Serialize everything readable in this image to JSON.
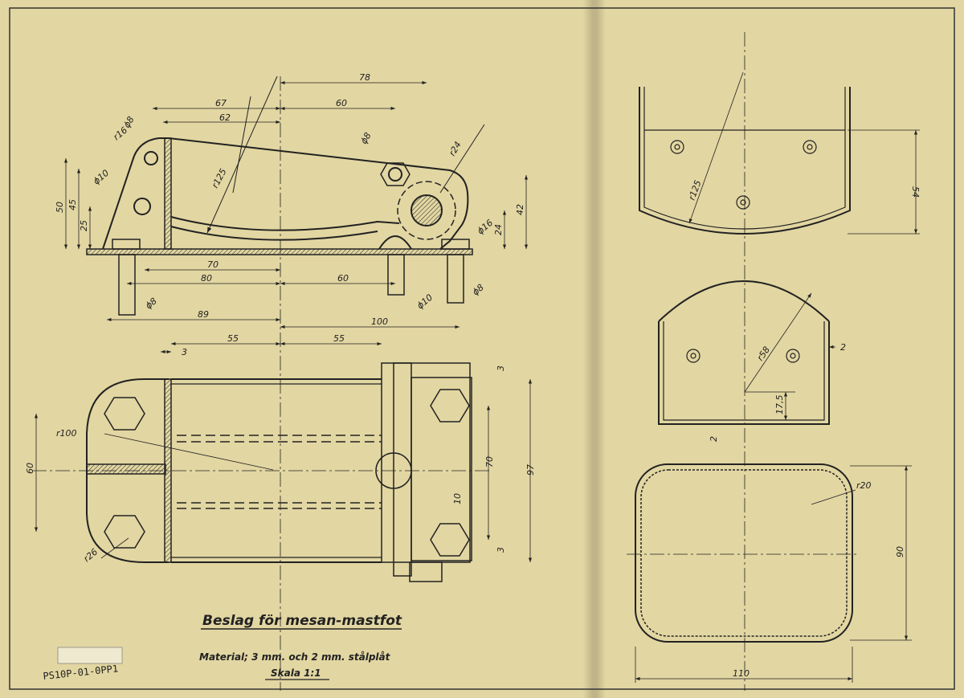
{
  "title": "Beslag för mesan-mastfot",
  "material": "Material; 3 mm. och 2 mm. stålplåt",
  "scale": "Skala 1:1",
  "drawing_number": "PS10P-01-0PP1",
  "stamp_top": "",
  "stamp_bottom": "",
  "side_view": {
    "d78": "78",
    "d67": "67",
    "d60": "60",
    "d62": "62",
    "phi8a": "ϕ8",
    "r16": "r16",
    "phi8b": "ϕ8",
    "r24": "r24",
    "r125": "r125",
    "phi10": "ϕ10",
    "d50": "50",
    "d45": "45",
    "d25": "25",
    "phi16": "ϕ16",
    "d24": "24",
    "d42": "42",
    "d70": "70",
    "d80": "80",
    "d60b": "60",
    "phi8c": "ϕ8",
    "phi10b": "ϕ10",
    "phi8d": "ϕ8",
    "d89": "89",
    "d100": "100"
  },
  "top_view": {
    "d3": "3",
    "d55a": "55",
    "d55b": "55",
    "r100": "r100",
    "d60": "60",
    "r26": "r26",
    "d3a": "3",
    "d70": "70",
    "d10": "10",
    "d97": "97",
    "d3b": "3"
  },
  "end_view": {
    "r125": "r125",
    "d54": "54"
  },
  "section_view": {
    "r58": "r58",
    "d2a": "2",
    "d17_5": "17,5",
    "d2b": "2"
  },
  "bottom_view": {
    "r20": "r20",
    "d90": "90",
    "d110": "110"
  }
}
